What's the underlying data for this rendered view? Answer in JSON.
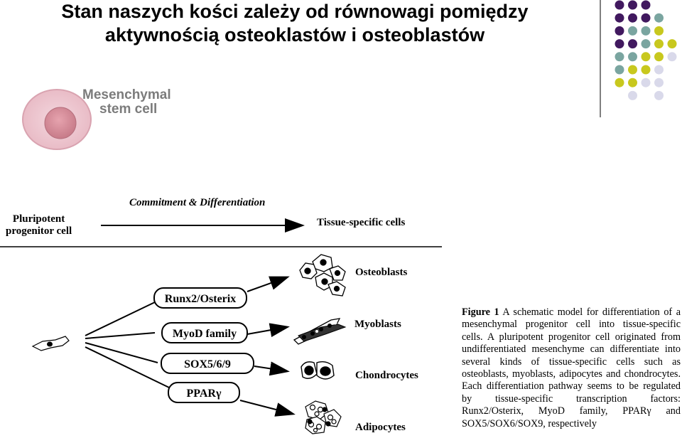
{
  "title": {
    "line1": "Stan naszych kości zależy od równowagi pomiędzy",
    "line2": "aktywnością osteoklastów i osteoblastów"
  },
  "msc": {
    "line1": "Mesenchymal",
    "line2": "stem cell"
  },
  "scheme": {
    "header": "Commitment & Differentiation",
    "source": {
      "line1": "Pluripotent",
      "line2": "progenitor cell"
    },
    "target": "Tissue-specific cells",
    "factors": [
      "Runx2/Osterix",
      "MyoD family",
      "SOX5/6/9",
      "PPARγ"
    ],
    "cells": [
      "Osteoblasts",
      "Myoblasts",
      "Chondrocytes",
      "Adipocytes"
    ]
  },
  "caption": {
    "label": "Figure 1",
    "text": "A schematic model for differentiation of a mesenchymal progenitor cell into tissue-specific cells. A pluripotent progenitor cell originated from undifferentiated mesenchyme can differentiate into several kinds of tissue-specific cells such as osteoblasts, myoblasts, adipocytes and chondrocytes. Each differentiation pathway seems to be regulated by tissue-specific transcription factors: Runx2/Osterix, MyoD family, PPARγ and SOX5/SOX6/SOX9, respectively"
  },
  "colors": {
    "purple": "#41195f",
    "teal": "#7aa5a0",
    "lime": "#c8c81e",
    "lavender": "#d9d9ea"
  }
}
